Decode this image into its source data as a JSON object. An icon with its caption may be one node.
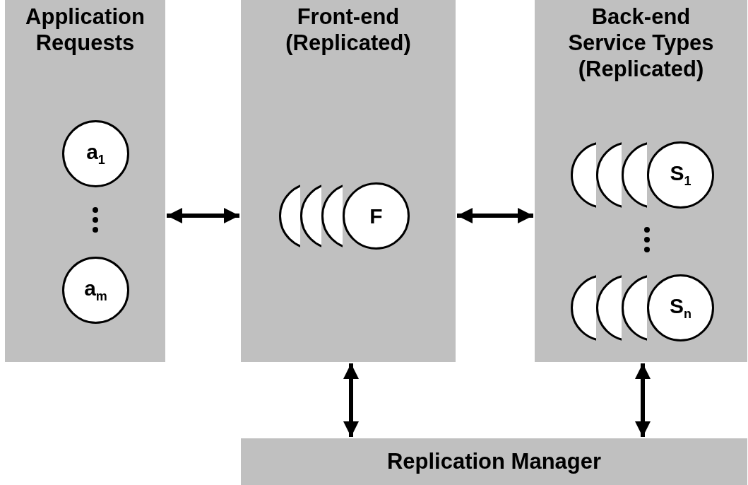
{
  "diagram": {
    "nodes": [
      {
        "text": [
          "Application Requests"
        ]
      },
      {
        "text": [
          "a$_{1}$"
        ],
        "in": 0
      },
      {
        "text": [
          "a$_{m}$"
        ],
        "in": 0
      },
      {
        "text": [
          "Front-end (Replicated)"
        ]
      },
      {
        "text": [],
        "shape": "circle",
        "in": 3
      },
      {
        "text": [],
        "shape": "circle",
        "in": 3
      },
      {
        "text": [],
        "shape": "circle",
        "in": 3
      },
      {
        "text": [
          "F"
        ],
        "in": 3
      },
      {
        "text": [
          "Back-end Service Types (Replicated)"
        ]
      },
      {
        "text": [],
        "shape": "circle",
        "in": 8
      },
      {
        "text": [],
        "shape": "circle",
        "in": 8
      },
      {
        "text": [],
        "shape": "circle",
        "in": 8
      },
      {
        "text": [
          "S$_{1}$"
        ],
        "in": 8
      },
      {
        "text": [],
        "shape": "circle",
        "in": 8
      },
      {
        "text": [],
        "shape": "circle",
        "in": 8
      },
      {
        "text": [],
        "shape": "circle",
        "in": 8
      },
      {
        "text": [
          "S$_{n}$"
        ],
        "in": 8
      },
      {
        "text": [
          "Replication Manager"
        ]
      }
    ],
    "edges": [
      {
        "from": 0,
        "to": 3,
        "arrow": "both"
      },
      {
        "from": 3,
        "to": 8,
        "arrow": "both"
      },
      {
        "from": 3,
        "to": 17,
        "arrow": "both"
      },
      {
        "from": 8,
        "to": 17,
        "arrow": "both"
      }
    ]
  }
}
